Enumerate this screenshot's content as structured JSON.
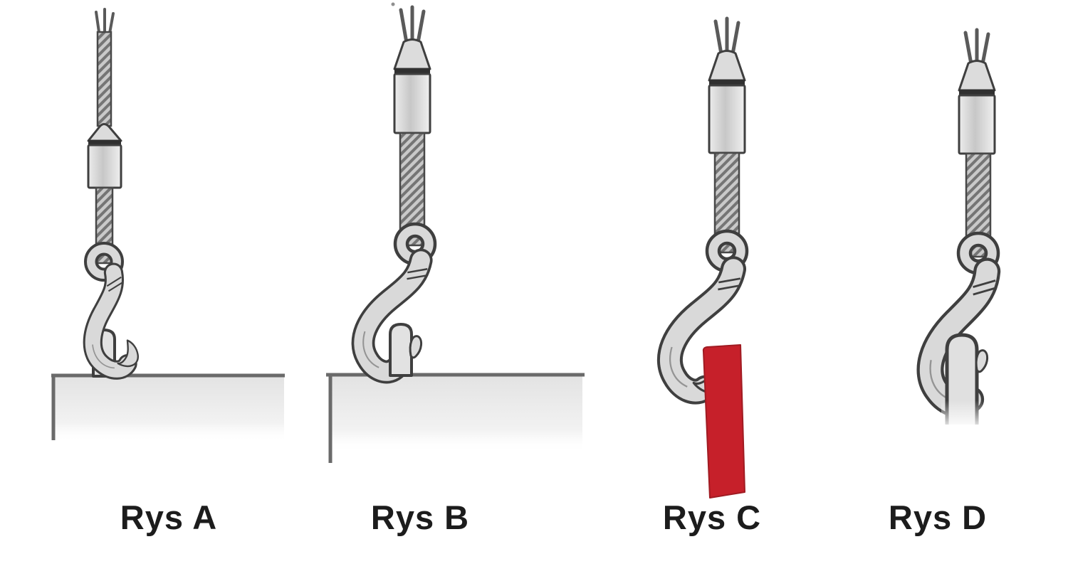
{
  "page": {
    "background": "#ffffff",
    "description": "wire-rope-hook-attachment-safety-diagrams"
  },
  "figures": [
    {
      "id": "A",
      "label": "Rys A",
      "depicts": "hook-attached-to-pin-on-block"
    },
    {
      "id": "B",
      "label": "Rys B",
      "depicts": "hook-hung-on-edge-lug-of-block"
    },
    {
      "id": "C",
      "label": "Rys C",
      "depicts": "red-sling-loaded-on-hook-tip"
    },
    {
      "id": "D",
      "label": "Rys D",
      "depicts": "hook-hung-on-vertical-bar"
    }
  ],
  "colors": {
    "outline": "#3f3f3f",
    "metal_fill": "#d9d9d9",
    "metal_light": "#ececec",
    "rope_fill": "#c9c9c9",
    "rope_strand": "#757575",
    "block_edge": "#6a6a6a",
    "block_fill": "#e3e3e3",
    "red_sling": "#c6202a",
    "label_text": "#1c1c1c"
  }
}
